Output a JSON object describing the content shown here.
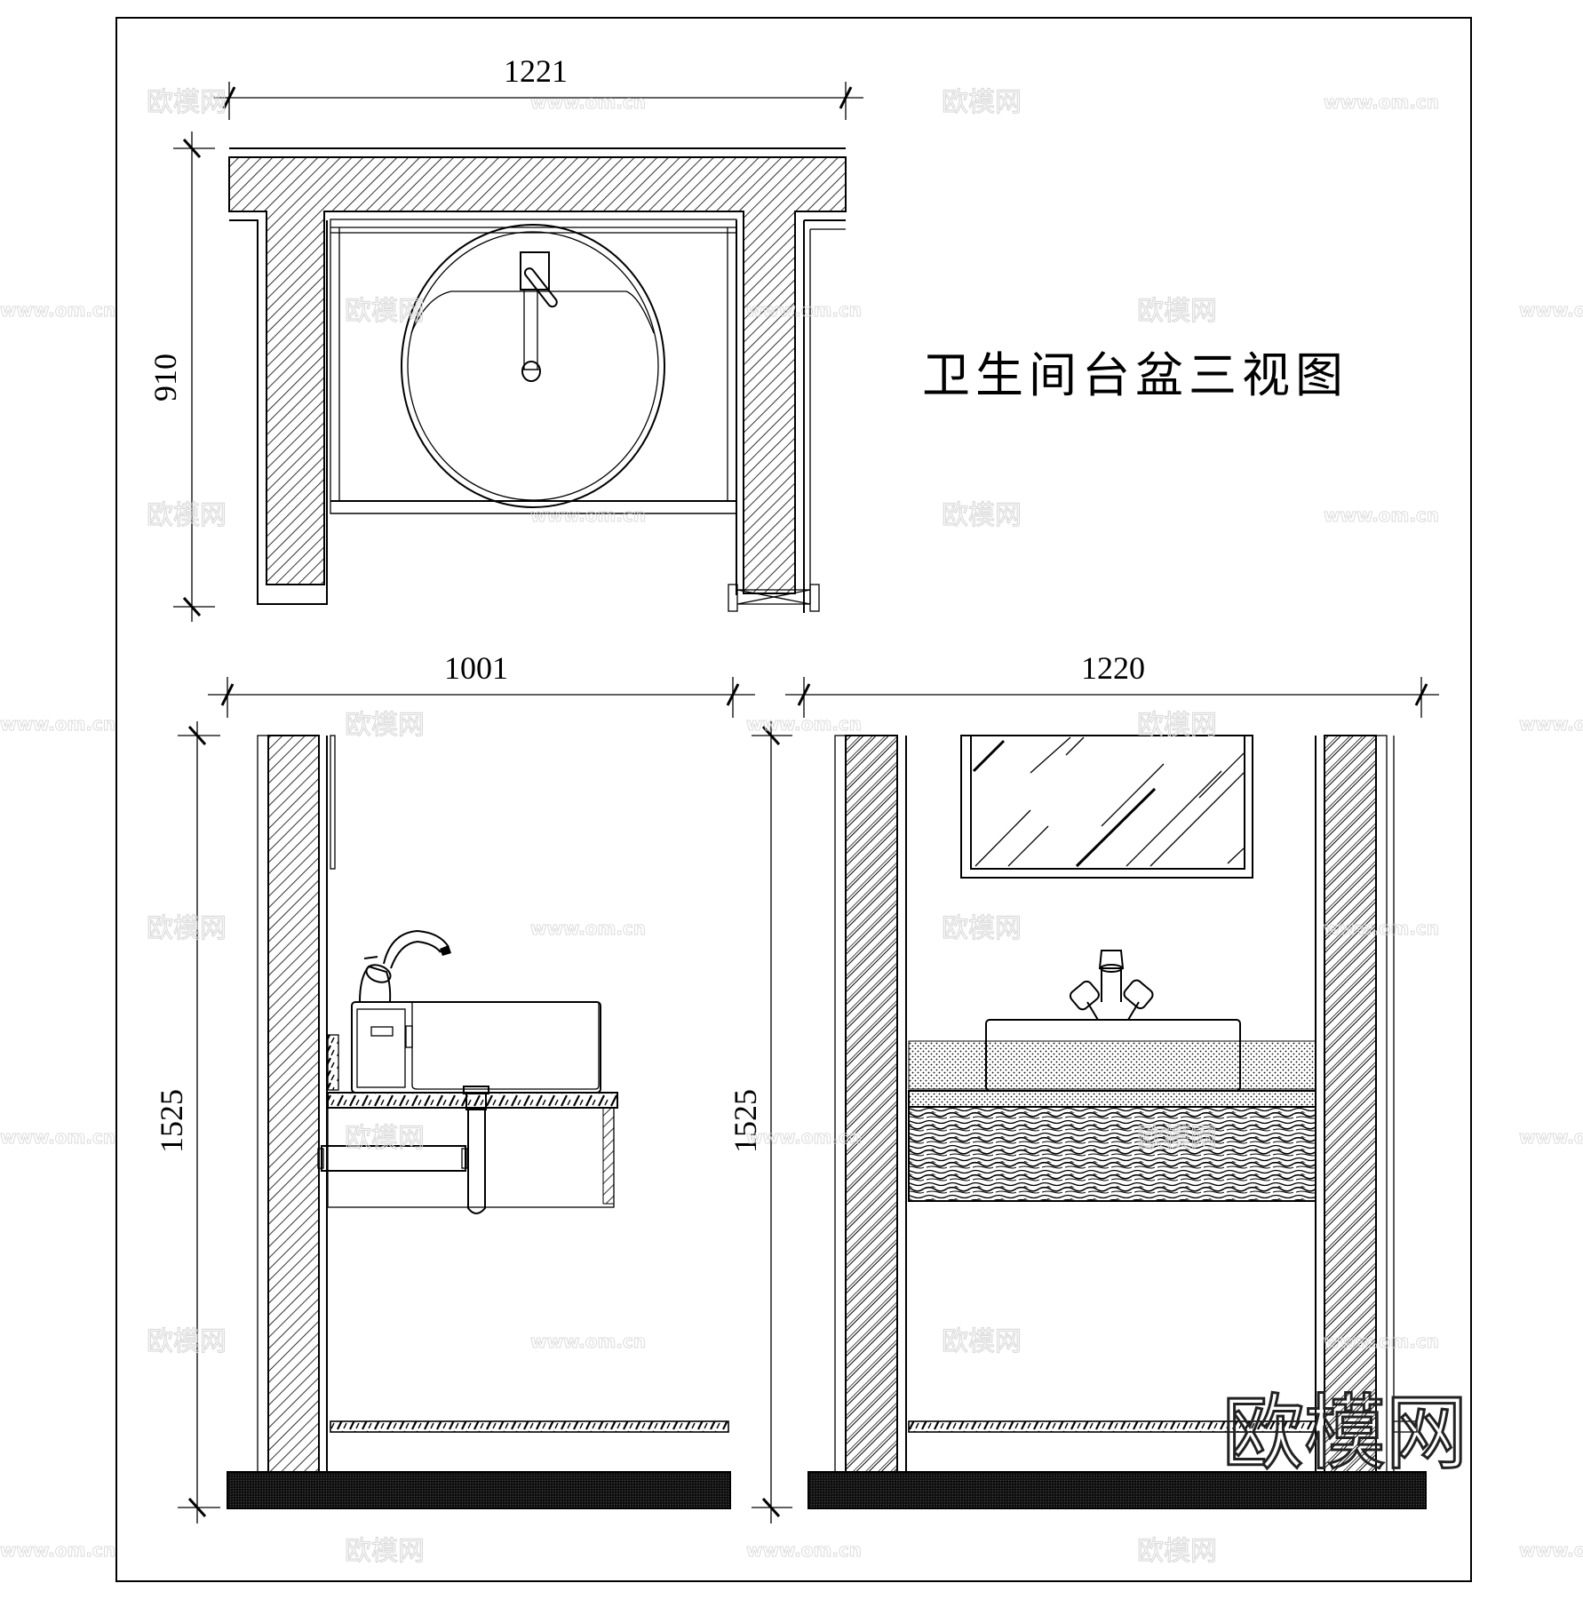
{
  "drawing": {
    "title": "卫生间台盆三视图",
    "views": [
      {
        "name": "plan-view",
        "width_label": "1221",
        "depth_label": "910"
      },
      {
        "name": "side-elevation",
        "width_label": "1001",
        "height_label": "1525"
      },
      {
        "name": "front-elevation",
        "width_label": "1220",
        "height_label": "1525"
      }
    ]
  },
  "dimensions": {
    "plan_width": "1221",
    "plan_depth": "910",
    "side_width": "1001",
    "side_height": "1525",
    "front_width": "1220",
    "front_height": "1525"
  },
  "watermark": {
    "brand": "欧模网",
    "url": "www.om.cn"
  },
  "colors": {
    "line": "#000000",
    "background": "#ffffff",
    "watermark": "#d8d8d8"
  }
}
